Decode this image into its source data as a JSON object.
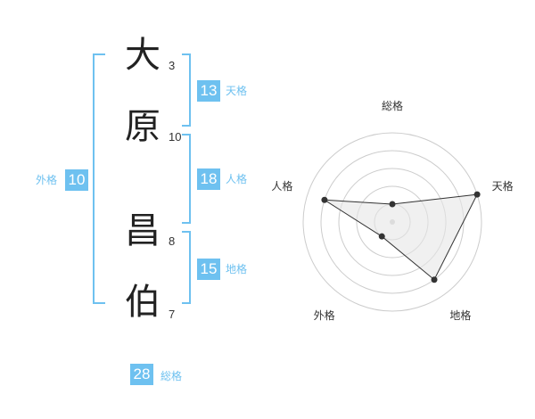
{
  "name": {
    "chars": [
      {
        "char": "大",
        "strokes": "3"
      },
      {
        "char": "原",
        "strokes": "10"
      },
      {
        "char": "昌",
        "strokes": "8"
      },
      {
        "char": "伯",
        "strokes": "7"
      }
    ]
  },
  "fortunes": {
    "tenkaku": {
      "label": "天格",
      "value": "13"
    },
    "jinkaku": {
      "label": "人格",
      "value": "18"
    },
    "chikaku": {
      "label": "地格",
      "value": "15"
    },
    "gaikaku": {
      "label": "外格",
      "value": "10"
    },
    "soukaku": {
      "label": "総格",
      "value": "28"
    }
  },
  "radar": {
    "axes": [
      "総格",
      "天格",
      "地格",
      "外格",
      "人格"
    ],
    "levels": 5,
    "scores": [
      1,
      5,
      4,
      1,
      4
    ],
    "colors": {
      "accent": "#6ec1f0",
      "fill": "#e6e6e6",
      "stroke": "#333333",
      "grid": "#cccccc"
    }
  }
}
